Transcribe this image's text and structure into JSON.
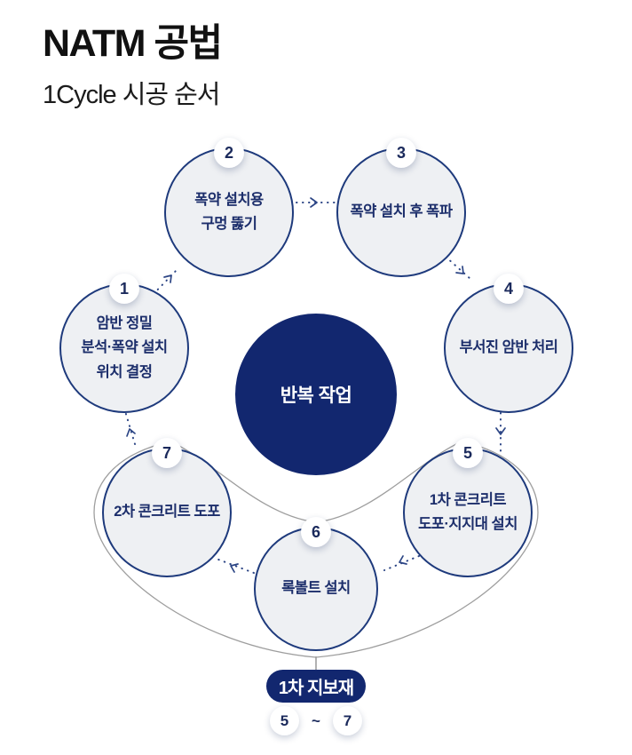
{
  "header": {
    "title": "NATM 공법",
    "subtitle": "1Cycle 시공 순서"
  },
  "center": {
    "label": "반복 작업"
  },
  "steps": [
    {
      "num": "1",
      "label": "암반 정밀\n분석·폭약 설치\n위치 결정"
    },
    {
      "num": "2",
      "label": "폭약 설치용\n구멍 뚫기"
    },
    {
      "num": "3",
      "label": "폭약 설치 후 폭파"
    },
    {
      "num": "4",
      "label": "부서진 암반 처리"
    },
    {
      "num": "5",
      "label": "1차 콘크리트\n도포·지지대 설치"
    },
    {
      "num": "6",
      "label": "록볼트 설치"
    },
    {
      "num": "7",
      "label": "2차 콘크리트 도포"
    }
  ],
  "support": {
    "pill_label": "1차 지보재",
    "range_start": "5",
    "range_tilde": "~",
    "range_end": "7"
  },
  "colors": {
    "navy_border": "#1e3a7c",
    "navy_fill": "#12276f",
    "circle_fill": "#eef0f3",
    "label_text": "#1c2e6b",
    "loop_gray": "#9e9e9e",
    "arrow_navy": "#2c4585"
  }
}
